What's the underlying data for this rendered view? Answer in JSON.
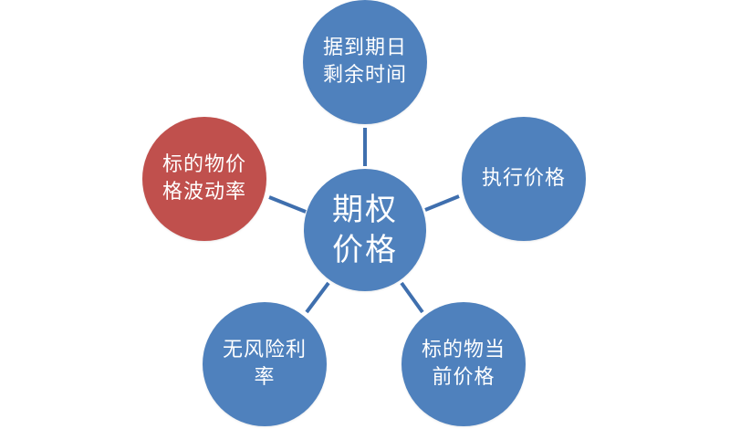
{
  "diagram": {
    "center": {
      "label": "期权\n价格",
      "color": "#4f81bd"
    },
    "nodes": [
      {
        "id": "time",
        "label": "据到期日\n剩余时间",
        "color": "#4f81bd"
      },
      {
        "id": "strike",
        "label": "执行价格",
        "color": "#4f81bd"
      },
      {
        "id": "spot",
        "label": "标的物当\n前价格",
        "color": "#4f81bd"
      },
      {
        "id": "rate",
        "label": "无风险利\n率",
        "color": "#4f81bd"
      },
      {
        "id": "vol",
        "label": "标的物价\n格波动率",
        "color": "#c0504d"
      }
    ],
    "connector_color": "#3f6fae"
  }
}
